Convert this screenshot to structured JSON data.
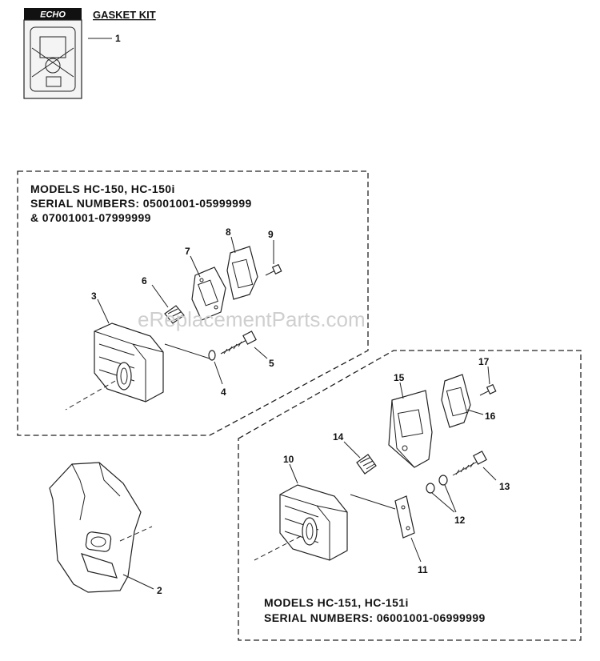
{
  "header": {
    "brand": "ECHO",
    "kit_title": "GASKET KIT"
  },
  "watermark": "eReplacementParts.com",
  "group_a": {
    "models": "MODELS HC-150, HC-150i",
    "serials": "SERIAL NUMBERS: 05001001-05999999",
    "serials_2": "& 07001001-07999999"
  },
  "group_b": {
    "models": "MODELS HC-151, HC-151i",
    "serials": "SERIAL NUMBERS: 06001001-06999999"
  },
  "callouts": {
    "p1": "1",
    "p2": "2",
    "p3": "3",
    "p4": "4",
    "p5": "5",
    "p6": "6",
    "p7": "7",
    "p8": "8",
    "p9": "9",
    "p10": "10",
    "p11": "11",
    "p12": "12",
    "p13": "13",
    "p14": "14",
    "p15": "15",
    "p16": "16",
    "p17": "17"
  }
}
